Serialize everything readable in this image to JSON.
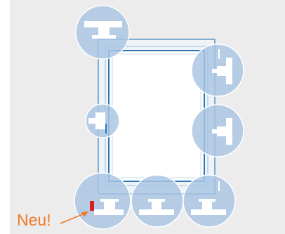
{
  "callout": {
    "text": "Neu!",
    "color": "#ee7b28"
  },
  "colors": {
    "background": "#ececec",
    "frame_outline": "#2f78b8",
    "circle_fill": "#a9c5e3",
    "hardware": "#ffffff",
    "new_part_marker": "#d42020"
  },
  "hardware_points": [
    {
      "id": "top-hinge",
      "icon": "top-bearing-icon"
    },
    {
      "id": "right-upper",
      "icon": "locking-point-icon"
    },
    {
      "id": "left-handle",
      "icon": "handle-icon"
    },
    {
      "id": "right-lower",
      "icon": "locking-point-icon"
    },
    {
      "id": "bottom-left-corner",
      "icon": "corner-bearing-icon",
      "is_new": true
    },
    {
      "id": "bottom-middle",
      "icon": "locking-point-icon"
    },
    {
      "id": "bottom-right-corner",
      "icon": "locking-point-icon"
    }
  ]
}
